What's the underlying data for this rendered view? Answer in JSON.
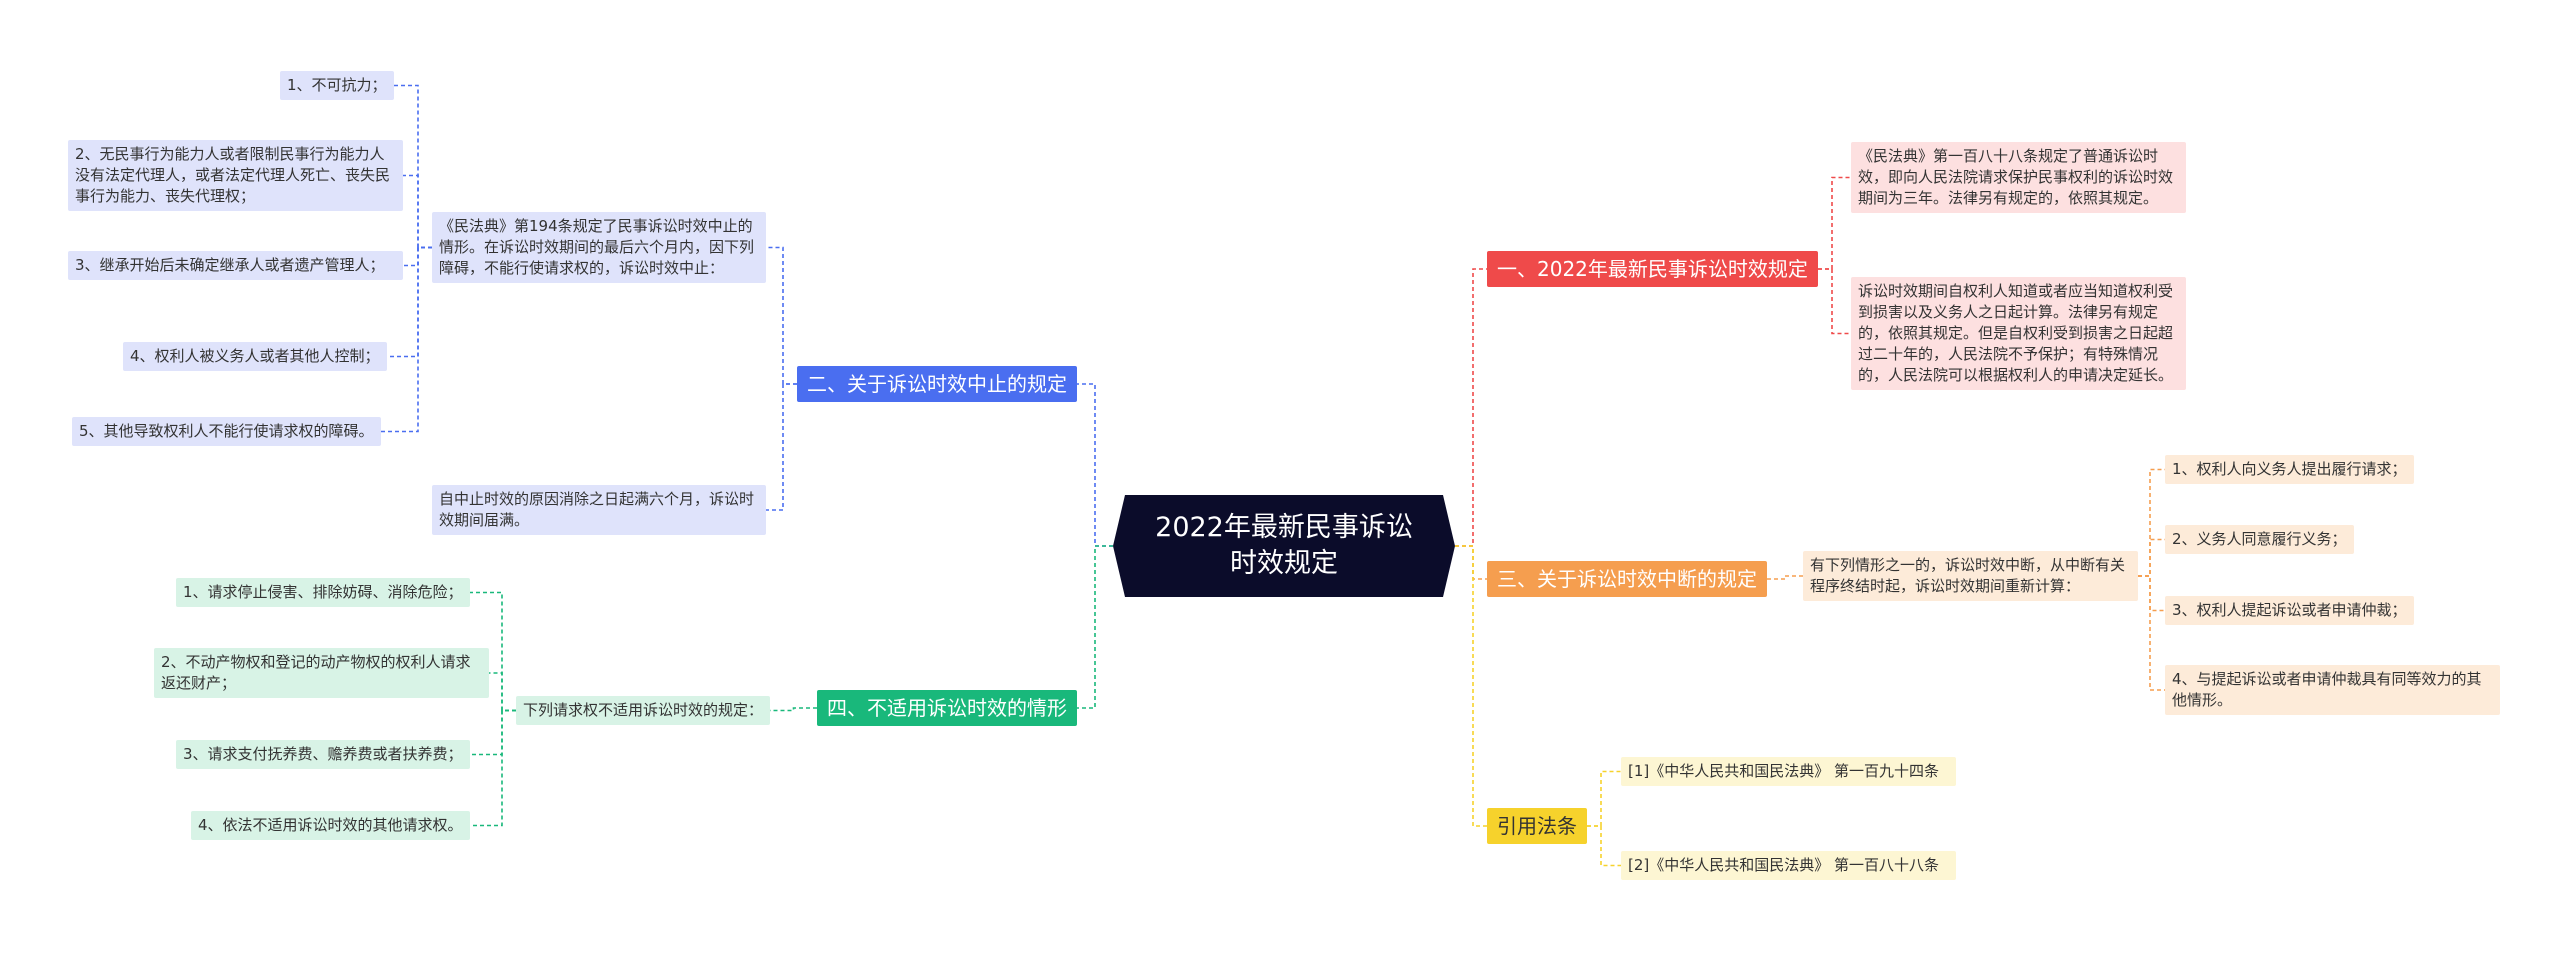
{
  "root": {
    "title": "2022年最新民事诉讼时效规定"
  },
  "branches": {
    "b1": {
      "label": "一、2022年最新民事诉讼时效规定",
      "color": "#ef4a4a"
    },
    "b2": {
      "label": "二、关于诉讼时效中止的规定",
      "color": "#4a6ef0"
    },
    "b3": {
      "label": "三、关于诉讼时效中断的规定",
      "color": "#f59e4f"
    },
    "b4": {
      "label": "四、不适用诉讼时效的情形",
      "color": "#19b87b"
    },
    "b5": {
      "label": "引用法条",
      "color": "#f6d22c"
    }
  },
  "b1": {
    "items": [
      "《民法典》第一百八十八条规定了普通诉讼时效，即向人民法院请求保护民事权利的诉讼时效期间为三年。法律另有规定的，依照其规定。",
      "诉讼时效期间自权利人知道或者应当知道权利受到损害以及义务人之日起计算。法律另有规定的，依照其规定。但是自权利受到损害之日起超过二十年的，人民法院不予保护；有特殊情况的，人民法院可以根据权利人的申请决定延长。"
    ]
  },
  "b2": {
    "intro": "《民法典》第194条规定了民事诉讼时效中止的情形。在诉讼时效期间的最后六个月内，因下列障碍，不能行使请求权的，诉讼时效中止：",
    "causes": [
      "1、不可抗力；",
      "2、无民事行为能力人或者限制民事行为能力人没有法定代理人，或者法定代理人死亡、丧失民事行为能力、丧失代理权；",
      "3、继承开始后未确定继承人或者遗产管理人；",
      "4、权利人被义务人或者其他人控制；",
      "5、其他导致权利人不能行使请求权的障碍。"
    ],
    "ending": "自中止时效的原因消除之日起满六个月，诉讼时效期间届满。"
  },
  "b3": {
    "intro": "有下列情形之一的，诉讼时效中断，从中断有关程序终结时起，诉讼时效期间重新计算：",
    "items": [
      "1、权利人向义务人提出履行请求；",
      "2、义务人同意履行义务；",
      "3、权利人提起诉讼或者申请仲裁；",
      "4、与提起诉讼或者申请仲裁具有同等效力的其他情形。"
    ]
  },
  "b4": {
    "intro": "下列请求权不适用诉讼时效的规定：",
    "items": [
      "1、请求停止侵害、排除妨碍、消除危险；",
      "2、不动产物权和登记的动产物权的权利人请求返还财产；",
      "3、请求支付抚养费、赡养费或者扶养费；",
      "4、依法不适用诉讼时效的其他请求权。"
    ]
  },
  "b5": {
    "items": [
      "[1]《中华人民共和国民法典》 第一百九十四条",
      "[2]《中华人民共和国民法典》 第一百八十八条"
    ]
  }
}
